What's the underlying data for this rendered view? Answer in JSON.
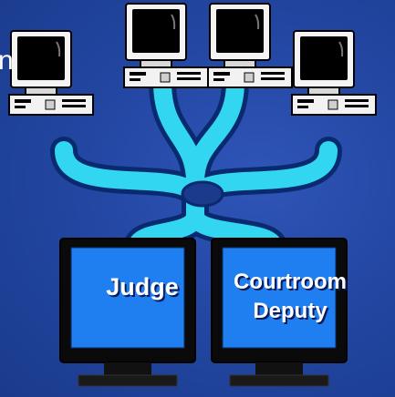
{
  "slide": {
    "cut_text": "n",
    "screens": {
      "judge_label": "Judge",
      "deputy_label_line1": "Courtroom",
      "deputy_label_line2": "Deputy"
    }
  },
  "colors": {
    "background": "#2347a3",
    "connector": "#33d6f0",
    "screen": "#1f7ff0",
    "computer_body": "#f2f2f2"
  },
  "icons": [
    "desktop-computer-icon",
    "monitor-icon"
  ]
}
